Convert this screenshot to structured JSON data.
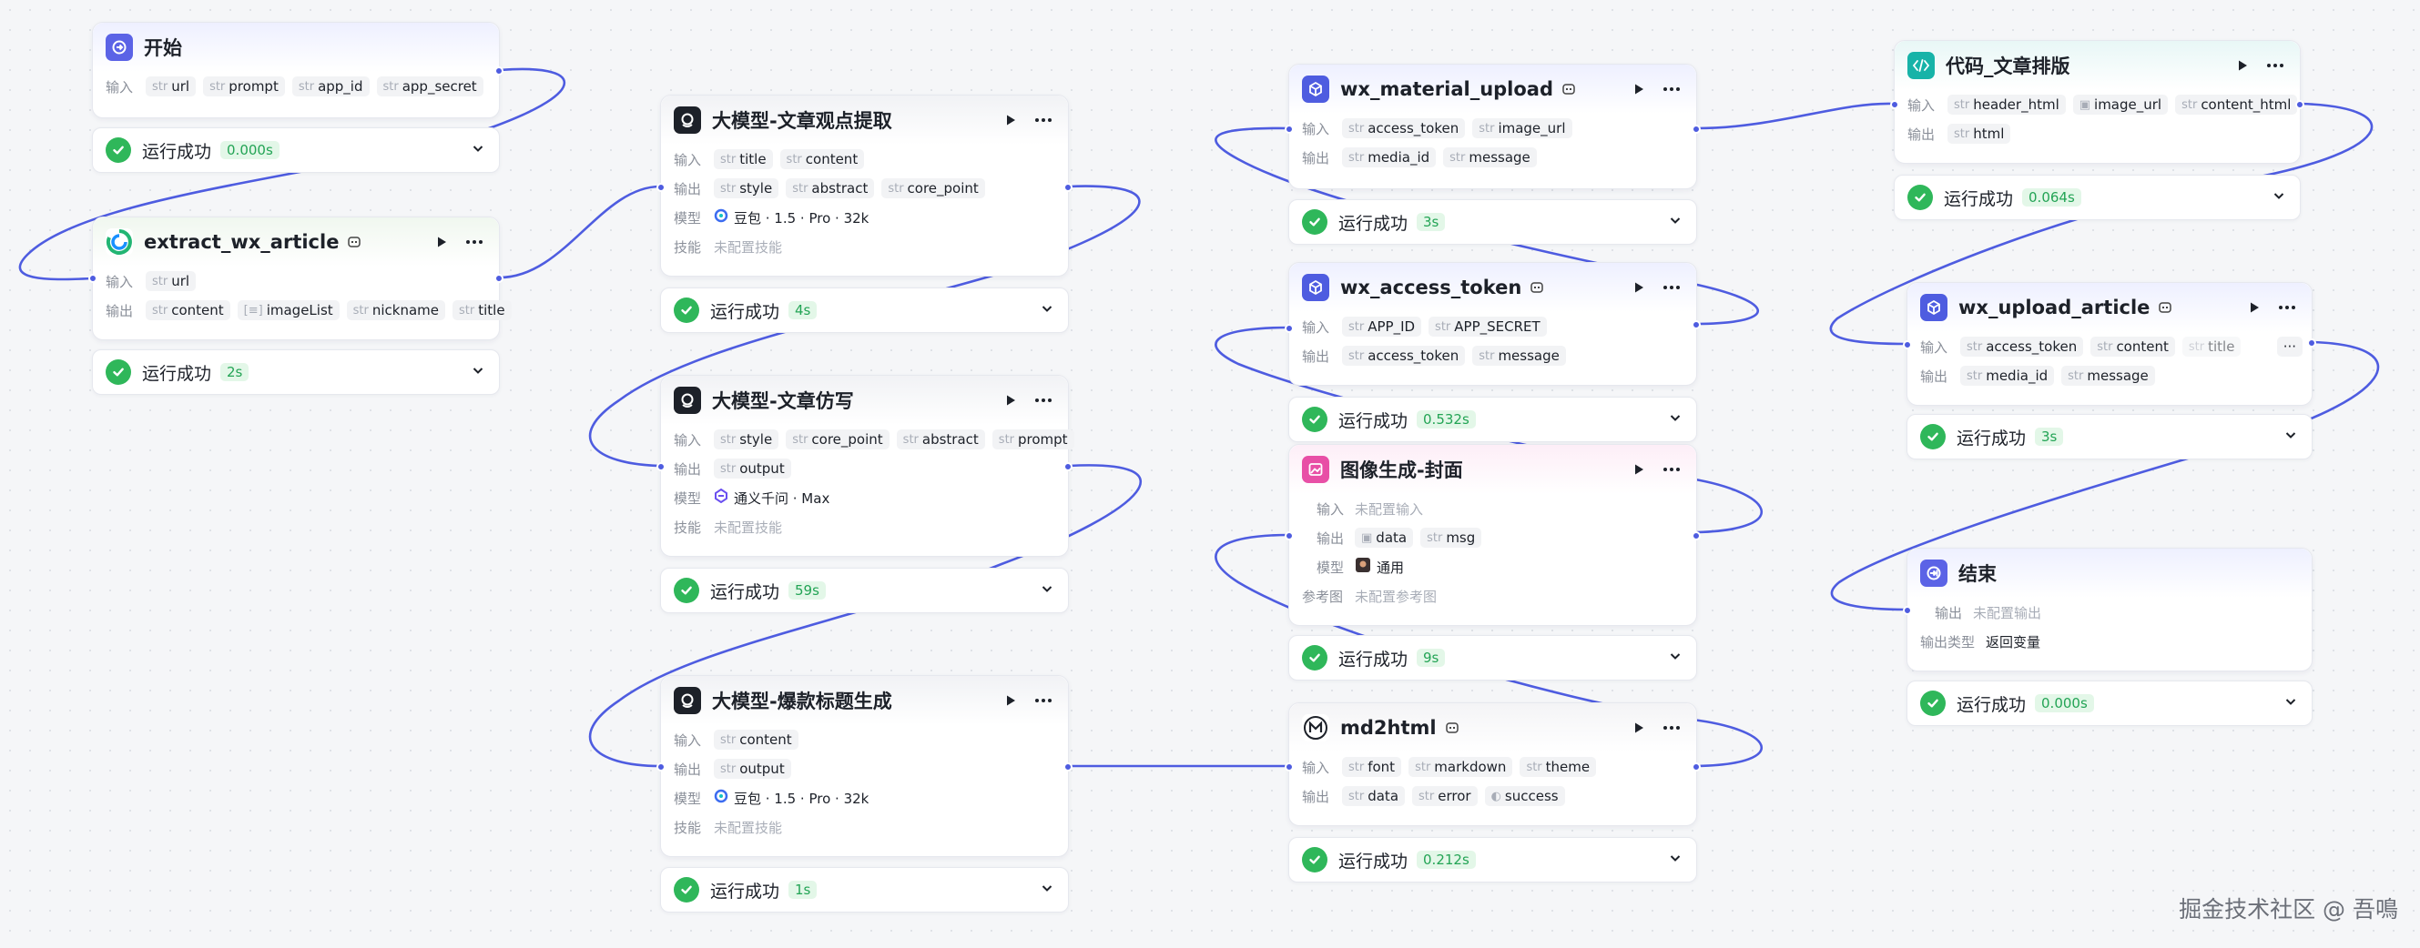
{
  "labels": {
    "input": "输入",
    "output": "输出",
    "model": "模型",
    "skill": "技能",
    "ref": "参考图",
    "output_type": "输出类型",
    "type_str": "str"
  },
  "status": {
    "text": "运行成功"
  },
  "colors": {
    "accent": "#4e5ce0",
    "success": "#2fb75a",
    "success_tag_bg": "#e3f7e8",
    "success_tag_text": "#23a455"
  },
  "nodes": {
    "start": {
      "title": "开始",
      "inputs": [
        "url",
        "prompt",
        "app_id",
        "app_secret"
      ],
      "time": "0.000s"
    },
    "extract": {
      "title": "extract_wx_article",
      "inputs": [
        "url"
      ],
      "outputs": [
        "content",
        "imageList",
        "nickname",
        "title"
      ],
      "time": "2s"
    },
    "llm1": {
      "title": "大模型-文章观点提取",
      "inputs": [
        "title",
        "content"
      ],
      "outputs": [
        "style",
        "abstract",
        "core_point"
      ],
      "model": "豆包 · 1.5 · Pro · 32k",
      "skill": "未配置技能",
      "time": "4s"
    },
    "llm2": {
      "title": "大模型-文章仿写",
      "inputs": [
        "style",
        "core_point",
        "abstract",
        "prompt"
      ],
      "outputs": [
        "output"
      ],
      "model": "通义千问 · Max",
      "skill": "未配置技能",
      "time": "59s"
    },
    "llm3": {
      "title": "大模型-爆款标题生成",
      "inputs": [
        "content"
      ],
      "outputs": [
        "output"
      ],
      "model": "豆包 · 1.5 · Pro · 32k",
      "skill": "未配置技能",
      "time": "1s"
    },
    "upload": {
      "title": "wx_material_upload",
      "inputs": [
        "access_token",
        "image_url"
      ],
      "outputs": [
        "media_id",
        "message"
      ],
      "time": "3s"
    },
    "token": {
      "title": "wx_access_token",
      "inputs": [
        "APP_ID",
        "APP_SECRET"
      ],
      "outputs": [
        "access_token",
        "message"
      ],
      "time": "0.532s"
    },
    "image": {
      "title": "图像生成-封面",
      "input_placeholder": "未配置输入",
      "outputs": [
        "data",
        "msg"
      ],
      "model": "通用",
      "ref_placeholder": "未配置参考图",
      "time": "9s"
    },
    "md": {
      "title": "md2html",
      "inputs": [
        "font",
        "markdown",
        "theme"
      ],
      "outputs": [
        "data",
        "error",
        "success"
      ],
      "time": "0.212s"
    },
    "code": {
      "title": "代码_文章排版",
      "inputs": [
        "header_html",
        "image_url",
        "content_html"
      ],
      "outputs": [
        "html"
      ],
      "time": "0.064s"
    },
    "article": {
      "title": "wx_upload_article",
      "inputs": [
        "access_token",
        "content",
        "title"
      ],
      "outputs": [
        "media_id",
        "message"
      ],
      "time": "3s"
    },
    "end": {
      "title": "结束",
      "output_placeholder": "未配置输出",
      "output_type": "返回变量",
      "time": "0.000s"
    }
  },
  "watermark": "掘金技术社区 @ 吾鳴"
}
